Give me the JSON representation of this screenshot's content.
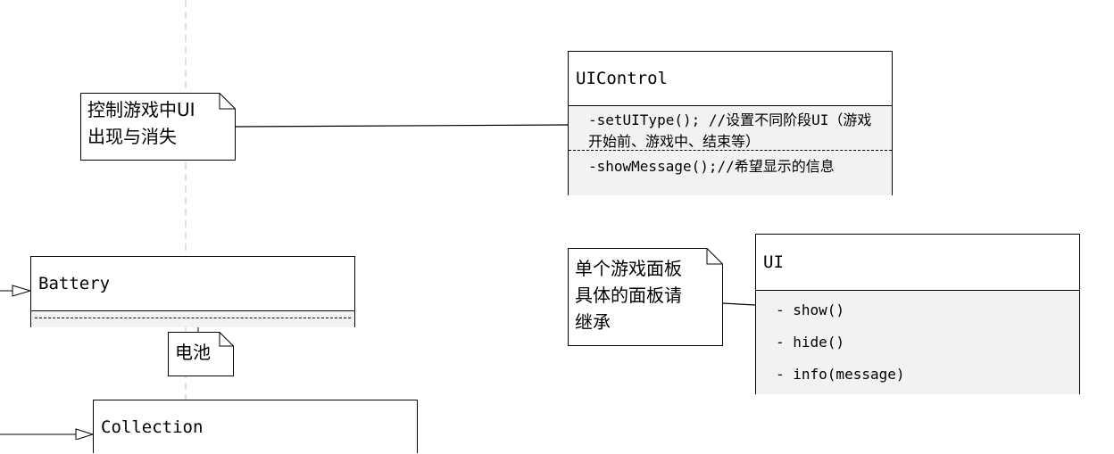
{
  "classes": {
    "uicontrol": {
      "name": "UIControl",
      "methods": [
        "-setUIType(); //设置不同阶段UI（游戏开始前、游戏中、结束等）",
        "-showMessage();//希望显示的信息"
      ]
    },
    "ui": {
      "name": "UI",
      "methods": [
        "- show()",
        "- hide()",
        "- info(message)"
      ]
    },
    "battery": {
      "name": "Battery"
    },
    "collection": {
      "name": "Collection"
    }
  },
  "notes": {
    "uicontrol_note": "控制游戏中UI\n出现与消失",
    "ui_note": "单个游戏面板\n具体的面板请\n继承",
    "battery_note": "电池"
  }
}
